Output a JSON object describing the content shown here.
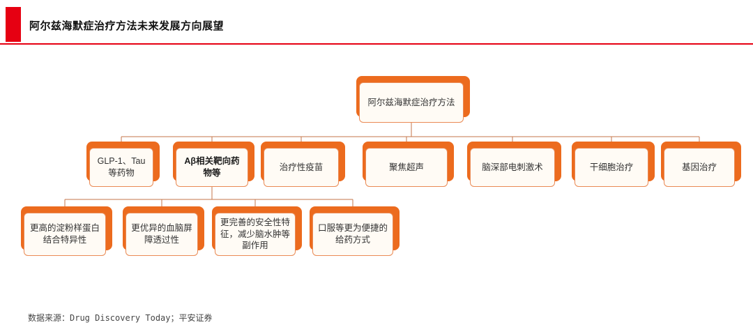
{
  "header": {
    "title": "阿尔兹海默症治疗方法未来发展方向展望"
  },
  "diagram": {
    "root": {
      "label": "阿尔兹海默症治疗方法"
    },
    "level2": [
      {
        "label": "GLP-1、Tau等药物"
      },
      {
        "label": "Aβ相关靶向药物等"
      },
      {
        "label": "治疗性疫苗"
      },
      {
        "label": "聚焦超声"
      },
      {
        "label": "脑深部电刺激术"
      },
      {
        "label": "干细胞治疗"
      },
      {
        "label": "基因治疗"
      }
    ],
    "level3": [
      {
        "label": "更高的淀粉样蛋白结合特异性"
      },
      {
        "label": "更优异的血脑屏障透过性"
      },
      {
        "label": "更完善的安全性特征，减少脑水肿等副作用"
      },
      {
        "label": "口服等更为便捷的给药方式"
      }
    ]
  },
  "footer": {
    "source": "数据来源：Drug Discovery Today；平安证券"
  },
  "colors": {
    "accent_red": "#E60012",
    "orange": "#EC6B1E",
    "box_fill": "#FFFBF5",
    "box_border": "#EA8A55",
    "connector": "#C4764A"
  }
}
